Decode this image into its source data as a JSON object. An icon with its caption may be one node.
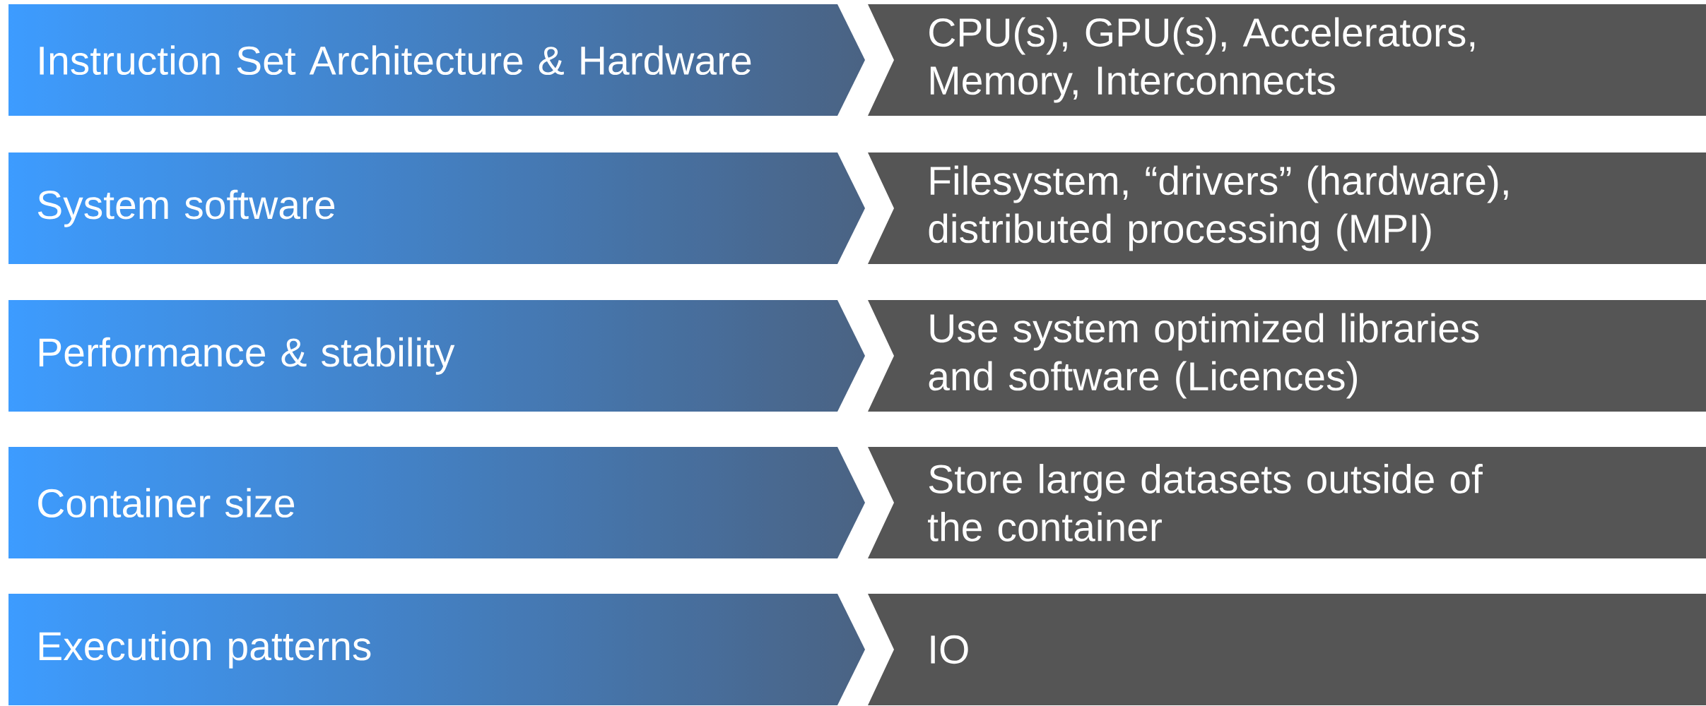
{
  "diagram": {
    "nodes": [
      {
        "text": [
          "Instruction Set Architecture & Hardware"
        ]
      },
      {
        "text": [
          "CPU(s), GPU(s), Accelerators, Memory, Interconnects"
        ]
      },
      {
        "text": [
          "System software"
        ]
      },
      {
        "text": [
          "Filesystem, “drivers” (hardware), distributed processing (MPI)"
        ]
      },
      {
        "text": [
          "Performance & stability"
        ]
      },
      {
        "text": [
          "Use system optimized libraries and software (Licences)"
        ]
      },
      {
        "text": [
          "Container size"
        ]
      },
      {
        "text": [
          "Store large datasets outside of the container"
        ]
      },
      {
        "text": [
          "Execution patterns"
        ]
      },
      {
        "text": [
          "IO"
        ]
      }
    ]
  }
}
